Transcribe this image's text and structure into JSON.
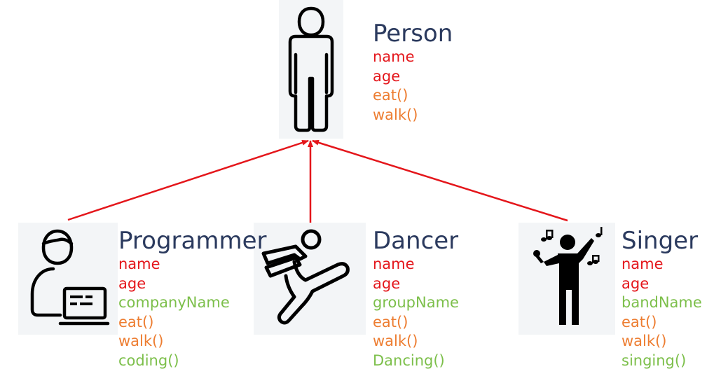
{
  "colors": {
    "title": "#2b3a5e",
    "attribute": "#e4161b",
    "inherited_method": "#ed7d31",
    "own_member": "#7cbf4a",
    "arrow": "#e4161b",
    "icon_bg": "#f3f5f7"
  },
  "classes": {
    "person": {
      "title": "Person",
      "icon": "person-icon",
      "members": [
        {
          "text": "name",
          "kind": "attribute"
        },
        {
          "text": "age",
          "kind": "attribute"
        },
        {
          "text": "eat()",
          "kind": "inherited_method"
        },
        {
          "text": "walk()",
          "kind": "inherited_method"
        }
      ]
    },
    "programmer": {
      "title": "Programmer",
      "icon": "programmer-laptop-icon",
      "members": [
        {
          "text": "name",
          "kind": "attribute"
        },
        {
          "text": "age",
          "kind": "attribute"
        },
        {
          "text": "companyName",
          "kind": "own_member"
        },
        {
          "text": "eat()",
          "kind": "inherited_method"
        },
        {
          "text": "walk()",
          "kind": "inherited_method"
        },
        {
          "text": "coding()",
          "kind": "own_member"
        }
      ]
    },
    "dancer": {
      "title": "Dancer",
      "icon": "dancer-kick-icon",
      "members": [
        {
          "text": "name",
          "kind": "attribute"
        },
        {
          "text": "age",
          "kind": "attribute"
        },
        {
          "text": "groupName",
          "kind": "own_member"
        },
        {
          "text": "eat()",
          "kind": "inherited_method"
        },
        {
          "text": "walk()",
          "kind": "inherited_method"
        },
        {
          "text": "Dancing()",
          "kind": "own_member"
        }
      ]
    },
    "singer": {
      "title": "Singer",
      "icon": "singer-microphone-icon",
      "members": [
        {
          "text": "name",
          "kind": "attribute"
        },
        {
          "text": "age",
          "kind": "attribute"
        },
        {
          "text": "bandName",
          "kind": "own_member"
        },
        {
          "text": "eat()",
          "kind": "inherited_method"
        },
        {
          "text": "walk()",
          "kind": "inherited_method"
        },
        {
          "text": "singing()",
          "kind": "own_member"
        }
      ]
    }
  },
  "edges": [
    {
      "from": "programmer",
      "to": "person"
    },
    {
      "from": "dancer",
      "to": "person"
    },
    {
      "from": "singer",
      "to": "person"
    }
  ]
}
